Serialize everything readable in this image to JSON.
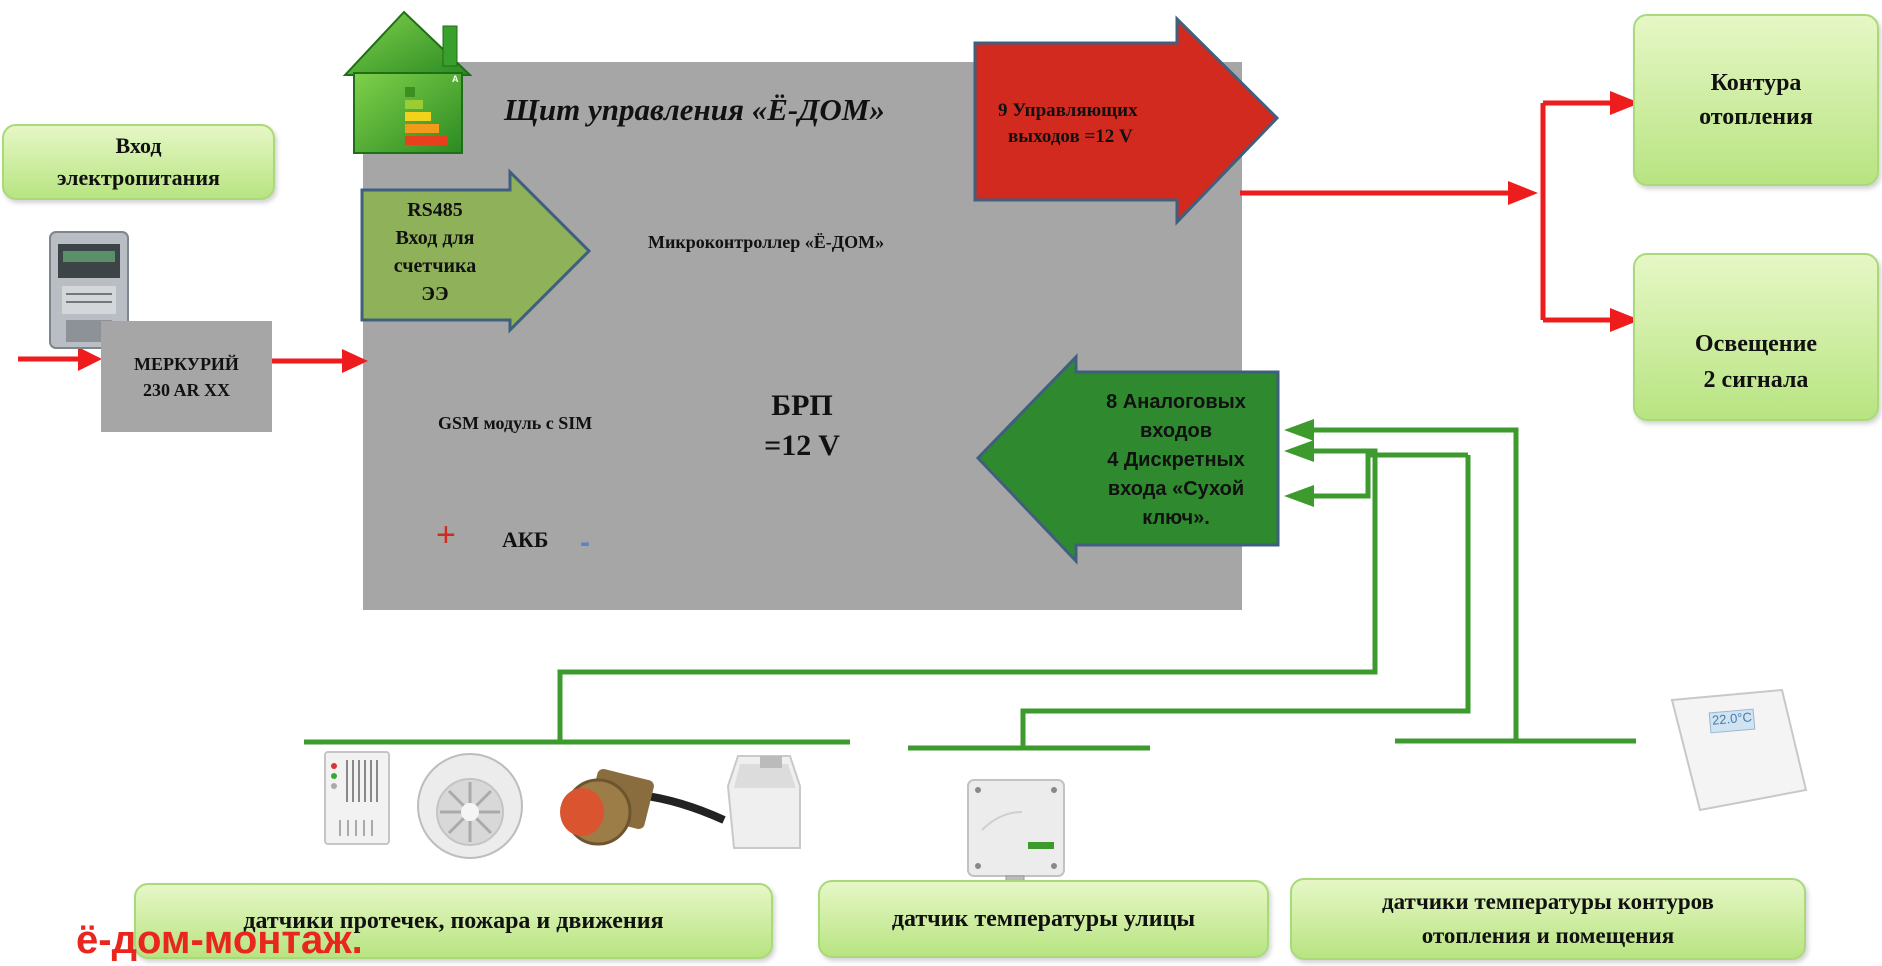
{
  "panel": {
    "title": "Щит управления «Ё-ДОМ»",
    "microcontroller": "Микроконтроллер «Ё-ДОМ»",
    "gsm": "GSM модуль с SIM",
    "psu_line1": "БРП",
    "psu_line2": "=12 V",
    "battery_plus": "+",
    "battery_label": "АКБ",
    "battery_minus": "-"
  },
  "power_input": {
    "line1": "Вход",
    "line2": "электропитания"
  },
  "meter": {
    "line1": "МЕРКУРИЙ",
    "line2": "230 AR XX"
  },
  "rs485": {
    "line1": "RS485",
    "line2": "Вход для",
    "line3": "счетчика",
    "line4": "ЭЭ"
  },
  "outputs": {
    "line1": "9 Управляющих",
    "line2": "выходов =12 V"
  },
  "inputs": {
    "line1": "8 Аналоговых",
    "line2": "входов",
    "line3": "4 Дискретных",
    "line4": "входа «Сухой",
    "line5": "ключ»."
  },
  "heating": {
    "line1": "Контура",
    "line2": "отопления"
  },
  "lighting": {
    "line1": "Освещение",
    "line2": "2 сигнала"
  },
  "sensors": {
    "leak_fire_motion": "датчики протечек, пожара и движения",
    "street_temp": "датчик температуры улицы",
    "circuit_temp_line1": "датчики температуры контуров",
    "circuit_temp_line2": "отопления и помещения"
  },
  "thermostat_display": "22.0°C",
  "watermark": "ё-дом-монтаж.",
  "colors": {
    "panel_gray": "#a6a6a6",
    "output_red": "#d32a1f",
    "input_green": "#2f8a2f",
    "rs485_green": "#8fb15a",
    "arrow_red": "#ee1c1c",
    "wire_green": "#3d9a2c",
    "watermark_red": "#e8261d"
  }
}
